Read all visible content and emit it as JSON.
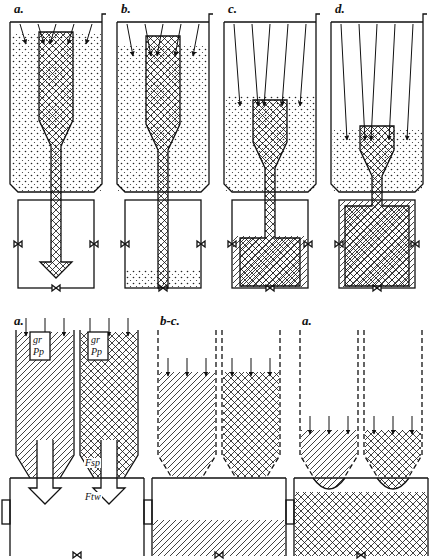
{
  "diagram": {
    "labels": [
      "a.",
      "b.",
      "c.",
      "d.",
      "a.",
      "b-c.",
      "a.",
      "gr",
      "Pp",
      "gr",
      "Pp",
      "Fsp",
      "Ftw"
    ]
  }
}
